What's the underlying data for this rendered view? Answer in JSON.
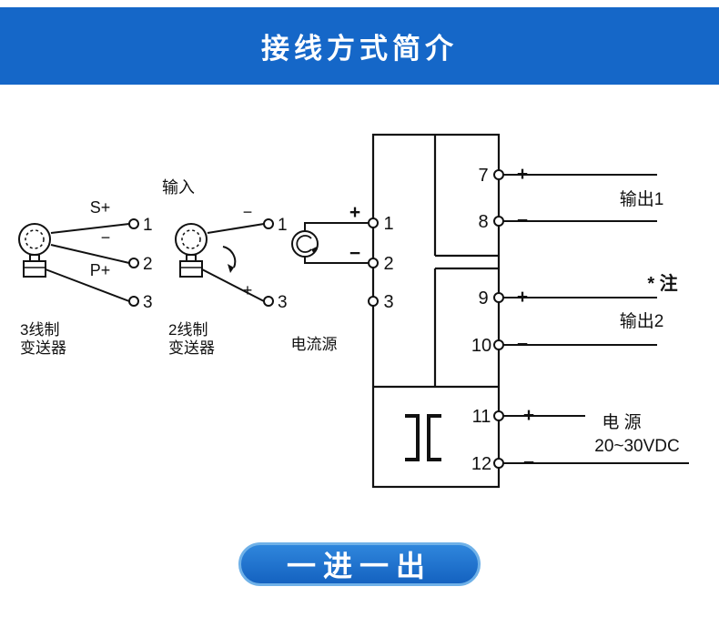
{
  "header": {
    "title": "接线方式简介"
  },
  "diagram": {
    "transmitter3": {
      "caption_line1": "3线制",
      "caption_line2": "变送器",
      "wire1_label": "S+",
      "wire1_terminal": "1",
      "wire2_label": "−",
      "wire2_terminal": "2",
      "wire3_label": "P+",
      "wire3_terminal": "3"
    },
    "transmitter2": {
      "input_label": "输入",
      "caption_line1": "2线制",
      "caption_line2": "变送器",
      "wire1_label": "−",
      "wire1_terminal": "1",
      "wire2_label": "+",
      "wire2_terminal": "3"
    },
    "current_source": {
      "caption": "电流源",
      "plus": "+",
      "minus": "−"
    },
    "isolator": {
      "input_terminals": [
        "1",
        "2",
        "3"
      ],
      "output_terminals": [
        {
          "num": "7",
          "sign": "+"
        },
        {
          "num": "8",
          "sign": "−"
        },
        {
          "num": "9",
          "sign": "+"
        },
        {
          "num": "10",
          "sign": "−"
        },
        {
          "num": "11",
          "sign": "+"
        },
        {
          "num": "12",
          "sign": "−"
        }
      ]
    },
    "annotations": {
      "output1": "输出1",
      "note": "* 注",
      "output2": "输出2",
      "power": "电 源",
      "power_range": "20~30VDC"
    }
  },
  "footer": {
    "badge": "一进一出"
  }
}
